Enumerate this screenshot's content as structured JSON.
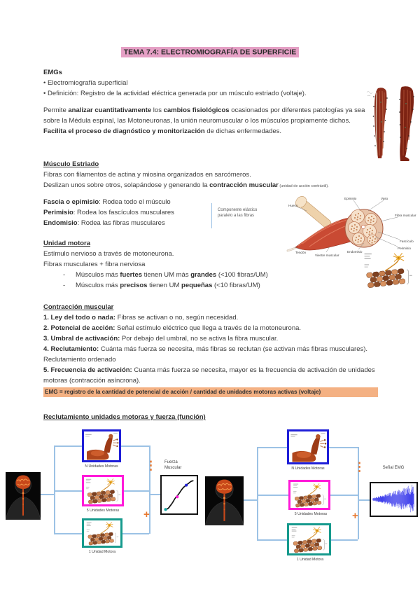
{
  "title": "TEMA 7.4: ELECTROMIOGRAFÍA DE SUPERFICIE",
  "emgs": {
    "heading": "EMGs",
    "b1": "• Electromiografía superficial",
    "b2": "• Definición: Registro de la actividad eléctrica generada por un músculo estriado (voltaje).",
    "p1": [
      "Permite ",
      "analizar cuantitativamente",
      " los ",
      "cambios fisiológicos",
      " ocasionados por diferentes patologías ya sea sobre la Médula espinal, las Motoneuronas, la unión neuromuscular o los músculos propiamente dichos."
    ],
    "p2": [
      "Facilita el proceso de diagnóstico y monitorización",
      " de dichas enfermedades."
    ]
  },
  "musculo": {
    "heading": "Músculo Estriado",
    "l1": "Fibras con filamentos de actina y miosina organizados en sarcómeros.",
    "l2": [
      "Deslizan unos sobre otros, solapándose y generando la ",
      "contracción muscular",
      " (unidad de acción contráctil)."
    ],
    "f1": [
      "Fascia o epimisio",
      ": Rodea todo el músculo"
    ],
    "f2": [
      "Perimisio",
      ": Rodea los fascículos musculares"
    ],
    "f3": [
      "Endomisio",
      ": Rodea las fibras musculares"
    ],
    "note1": "Componente elástico",
    "note2": "paralelo a las fibras",
    "figure": {
      "hueso": "Hueso",
      "epimisio": "Epimisio",
      "vaso": "Vaso",
      "fibra": "Fibra muscular",
      "fasciculo": "Fascículo",
      "perimisio": "Perimisio",
      "endomisio": "Endomisio",
      "tendon": "Tendón",
      "vientre": "Vientre muscular"
    }
  },
  "unidad": {
    "heading": "Unidad motora",
    "l1": "Estímulo nervioso a través de motoneurona.",
    "l2": "Fibras musculares + fibra nerviosa",
    "dash": "-",
    "u1": [
      "Músculos más ",
      "fuertes",
      " tienen UM más ",
      "grandes",
      " (<100 fibras/UM)"
    ],
    "u2": [
      "Músculos más ",
      "precisos",
      " tienen UM ",
      "pequeñas",
      " (<10 fibras/UM)"
    ]
  },
  "contraccion": {
    "heading": "Contracción muscular",
    "i1": [
      "1. Ley del todo o nada:",
      " Fibras se activan o no, según necesidad."
    ],
    "i2": [
      "2. Potencial de acción:",
      " Señal estímulo eléctrico que llega a través de la motoneurona."
    ],
    "i3": [
      "3. Umbral de activación:",
      " Por debajo del umbral, no se activa la fibra muscular."
    ],
    "i4": [
      "4. Reclutamiento:",
      " Cuánta más fuerza se necesita, más fibras se reclutan (se activan más fibras musculares). Reclutamiento ordenado"
    ],
    "i5": [
      "5. Frecuencia de activación:",
      " Cuanta más fuerza se necesita, mayor es la frecuencia de activación de unidades motoras (contracción asíncrona)."
    ],
    "highlight": "EMG = registro de la cantidad de potencial de acción / cantidad de unidades motoras activas (voltaje)"
  },
  "reclutamiento": {
    "heading": "Reclutamiento unidades motoras y fuerza (función)",
    "box_n": "N Unidades Motoras",
    "box_5": "5 Unidades Motoras",
    "box_1": "1 Unidad Motora",
    "fuerza1": "Fuerza",
    "fuerza2": "Muscular",
    "emg": "Señal EMG",
    "plus": "+",
    "dots": "⋮"
  },
  "colors": {
    "title_highlight": "#e5a0c5",
    "emg_highlight": "#f4b183",
    "box_blue": "#1f1fd8",
    "box_magenta": "#ff1ad9",
    "box_teal": "#169a8d",
    "connector_blue": "#9cc2e5",
    "accent_orange": "#e8782e",
    "emg_signal_blue": "#1515e8"
  }
}
